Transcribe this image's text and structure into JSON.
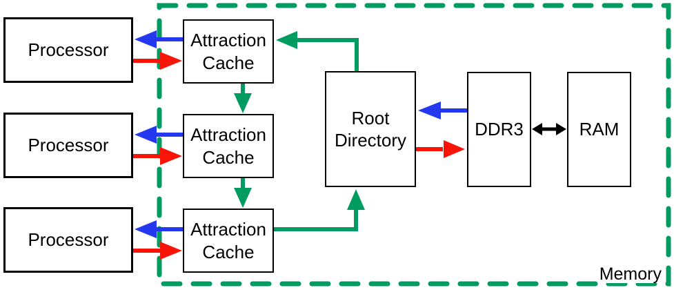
{
  "boxes": {
    "processors": [
      "Processor",
      "Processor",
      "Processor"
    ],
    "caches": [
      "Attraction Cache",
      "Attraction Cache",
      "Attraction Cache"
    ],
    "root_directory": "Root Directory",
    "ddr3": "DDR3",
    "ram": "RAM"
  },
  "memory_region": {
    "label": "Memory"
  },
  "colors": {
    "red": "#f91408",
    "blue": "#2438f0",
    "green": "#009b60",
    "black": "#000000",
    "background": "#ffffff"
  }
}
